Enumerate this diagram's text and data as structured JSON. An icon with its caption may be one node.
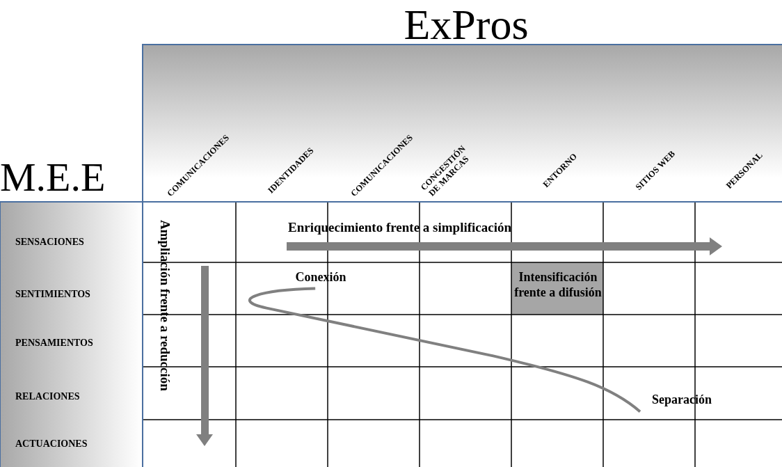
{
  "diagram": {
    "nodes": [
      {
        "text": [
          "Conexión"
        ]
      },
      {
        "text": [
          "Intensificación frente a difusión"
        ]
      },
      {
        "text": [
          "Separación"
        ]
      }
    ],
    "edges": [
      {
        "from": 0,
        "to": 2,
        "arrow": "none"
      }
    ],
    "labels": [
      "ExPros",
      "M.E.E",
      "COMUNICACIONES",
      "IDENTIDADES",
      "COMUNICACIONES",
      "CONGESTIÓN DE MARCAS",
      "ENTORNO",
      "SITIOS WEB",
      "PERSONAL",
      "SENSACIONES",
      "SENTIMIENTOS",
      "PENSAMIENTOS",
      "RELACIONES",
      "ACTUACIONES",
      "Enriquecimiento frente a simplificación",
      "Ampliación frente a reducción"
    ]
  }
}
